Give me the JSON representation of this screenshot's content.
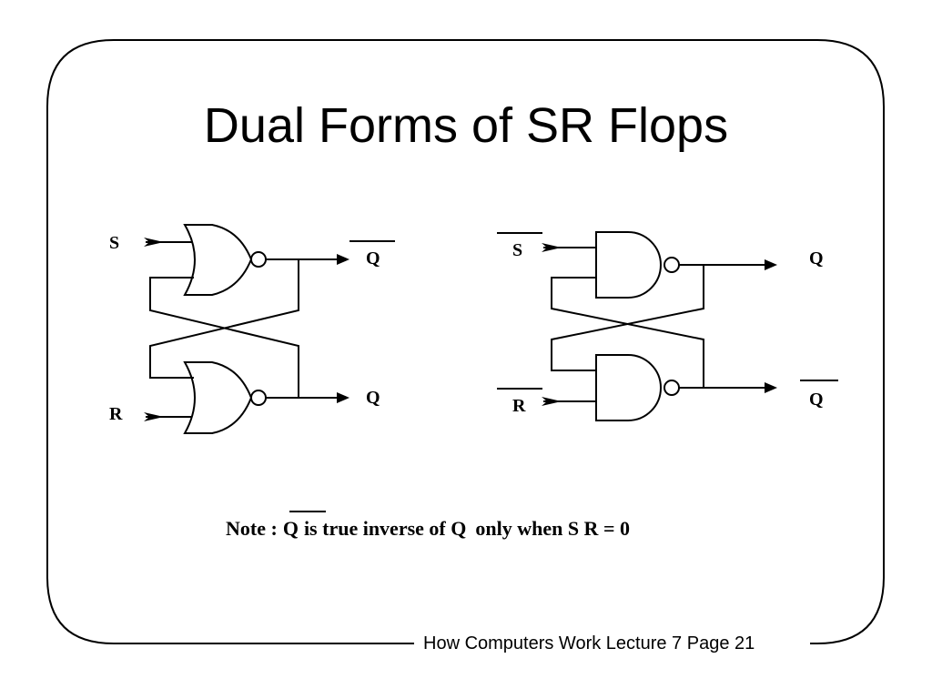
{
  "slide": {
    "title": "Dual Forms of SR Flops",
    "footer": "How Computers Work Lecture 7 Page 21"
  },
  "nor_latch": {
    "input_top": "S",
    "input_bottom": "R",
    "output_top": "Q",
    "output_top_negated": true,
    "output_bottom": "Q",
    "output_bottom_negated": false
  },
  "nand_latch": {
    "input_top": "S",
    "input_top_negated": true,
    "input_bottom": "R",
    "input_bottom_negated": true,
    "output_top": "Q",
    "output_top_negated": false,
    "output_bottom": "Q",
    "output_bottom_negated": true
  },
  "note": {
    "prefix": "Note :",
    "qbar": "Q",
    "middle": "is true inverse of Q",
    "suffix": "only when S R = 0"
  }
}
